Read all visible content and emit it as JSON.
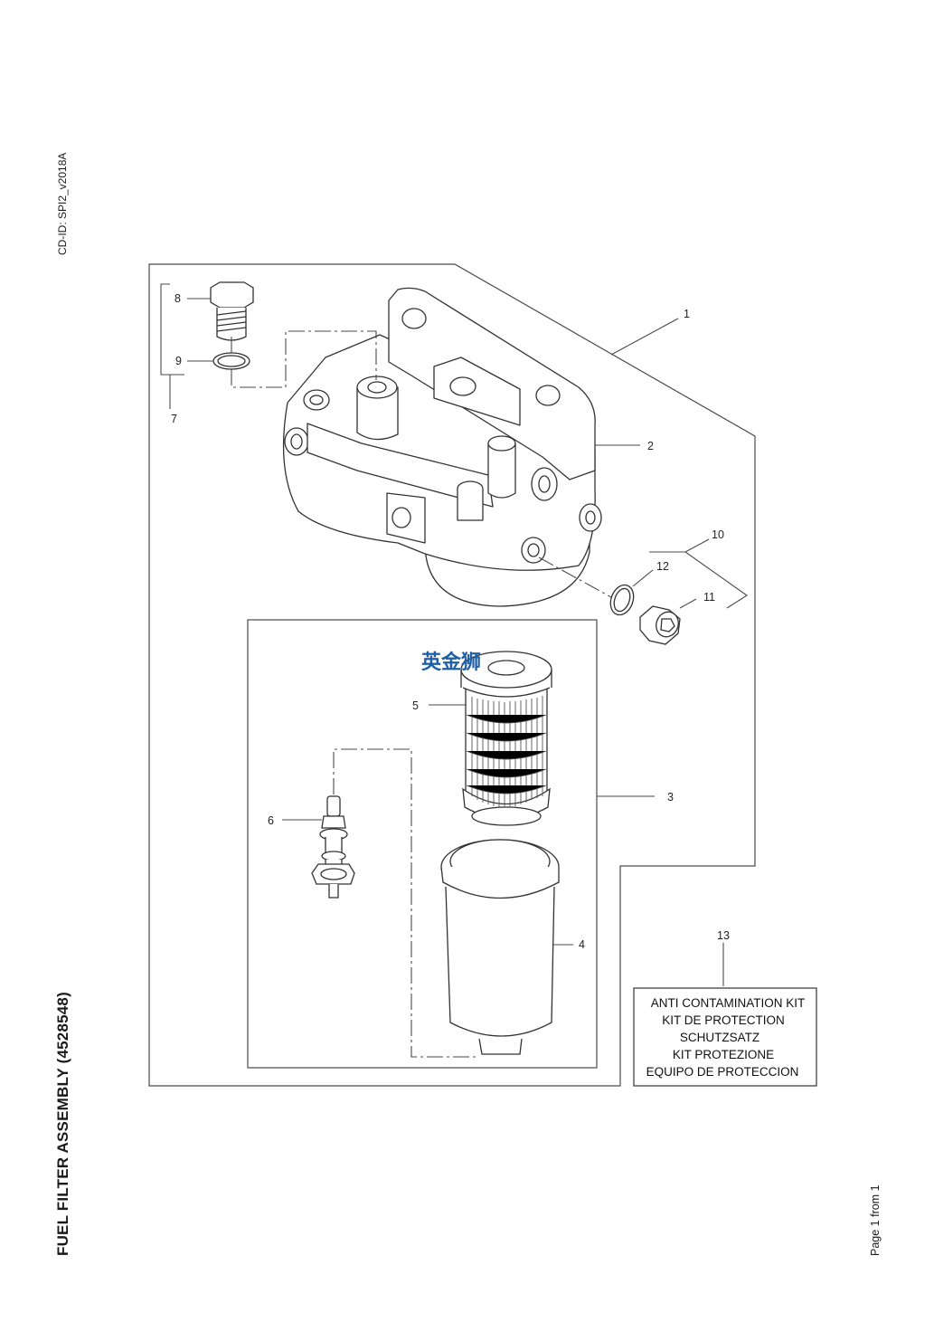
{
  "document": {
    "doc_id": "CD-ID: SPI2_v2018A",
    "title": "FUEL FILTER ASSEMBLY (4528548)",
    "page_info": "Page 1 from 1"
  },
  "callouts": {
    "c1": "1",
    "c2": "2",
    "c3": "3",
    "c4": "4",
    "c5": "5",
    "c6": "6",
    "c7": "7",
    "c8": "8",
    "c9": "9",
    "c10": "10",
    "c11": "11",
    "c12": "12",
    "c13": "13"
  },
  "kit_box": {
    "lines": [
      "ANTI CONTAMINATION KIT",
      "KIT DE PROTECTION",
      "SCHUTZSATZ",
      "KIT PROTEZIONE",
      "EQUIPO DE PROTECCION"
    ]
  },
  "watermark": "英金狮",
  "colors": {
    "line": "#4a4a4a",
    "part_fill": "#ffffff",
    "watermark": "#1f5fa6"
  }
}
